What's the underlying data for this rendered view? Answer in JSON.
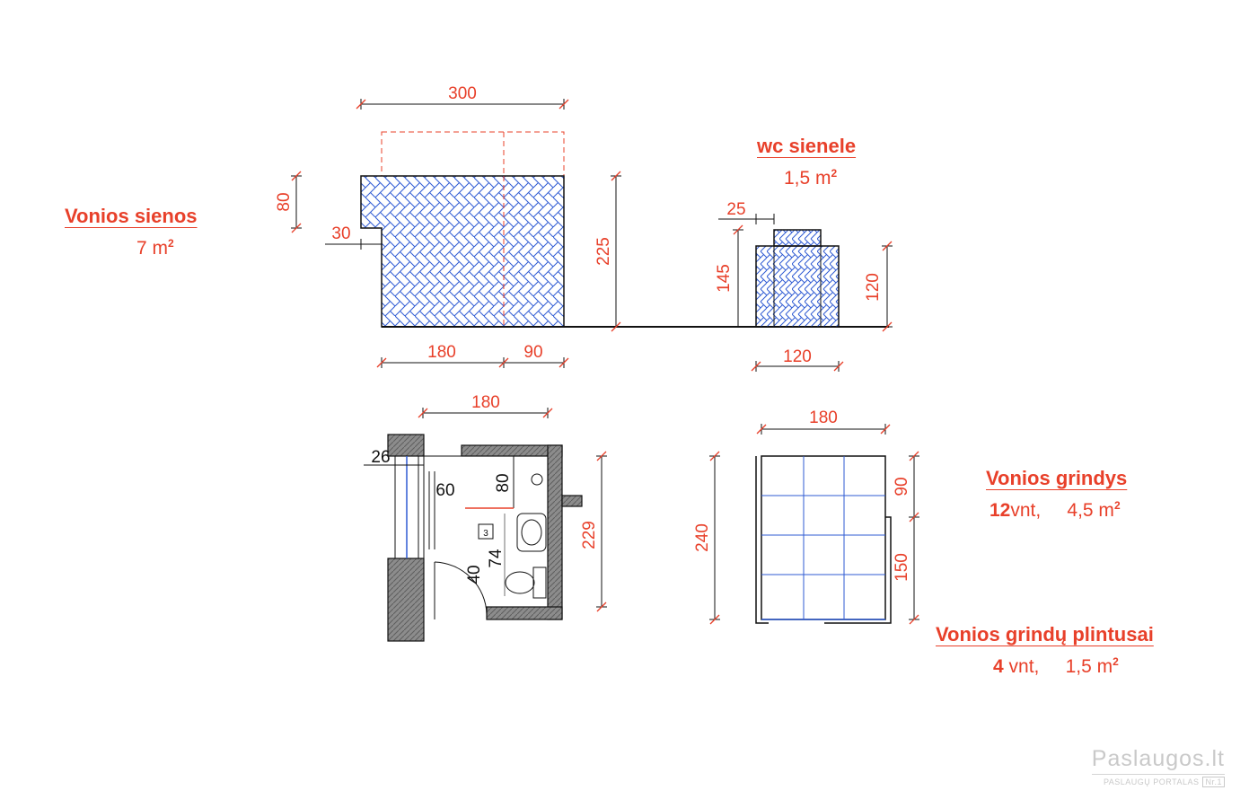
{
  "labels": {
    "walls_title": "Vonios  sienos",
    "walls_area": "7 m",
    "wc_title": "wc  sienele",
    "wc_area": "1,5 m",
    "floor_title": "Vonios  grindys",
    "floor_count": "12",
    "floor_unit": "vnt,",
    "floor_area": "4,5 m",
    "skirting_title": "Vonios  grindų  plintusai",
    "skirting_count": "4",
    "skirting_unit": "vnt,",
    "skirting_area": "1,5 m",
    "sup": "2"
  },
  "dimensions": {
    "wall_width": "300",
    "wall_step_height": "80",
    "wall_step_depth": "30",
    "wall_height": "225",
    "wall_left": "180",
    "wall_right": "90",
    "wc_step": "25",
    "wc_height_tall": "145",
    "wc_height": "120",
    "wc_width": "120",
    "plan_width": "180",
    "plan_26": "26",
    "plan_60": "60",
    "plan_80": "80",
    "plan_74": "74",
    "plan_40": "40",
    "plan_height": "229",
    "plan_tag": "3",
    "floor_width": "180",
    "floor_height": "240",
    "floor_top": "90",
    "floor_bottom": "150"
  },
  "colors": {
    "dimension": "#e8402a",
    "tile_line": "#2f5bd3",
    "outline": "#111111",
    "wall_fill": "#8c8c8c"
  },
  "watermark": {
    "brand": "Paslaugos.lt",
    "tagline": "PASLAUGŲ PORTALAS",
    "badge": "Nr.1"
  }
}
